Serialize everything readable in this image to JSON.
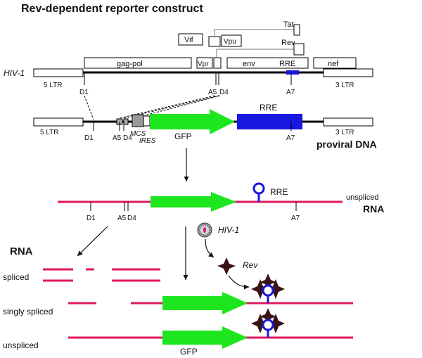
{
  "title": "Rev-dependent reporter construct",
  "hiv": {
    "label": "HIV-1",
    "genes": {
      "gag_pol": "gag-pol",
      "vif": "Vif",
      "vpu": "Vpu",
      "vpr": "Vpr",
      "tat": "Tat",
      "rev": "Rev",
      "env": "env",
      "rre": "RRE",
      "nef": "nef"
    },
    "ltr_5": "5  LTR",
    "ltr_3": "3  LTR",
    "sites": {
      "d1": "D1",
      "a5": "A5",
      "d4": "D4",
      "a7": "A7"
    }
  },
  "provirus": {
    "label": "proviral DNA",
    "ltr_5": "5  LTR",
    "ltr_3": "3  LTR",
    "gfp": "GFP",
    "rre": "RRE",
    "mcs": "MCS",
    "ires": "IRES",
    "sites": {
      "d1": "D1",
      "a5": "A5",
      "d4": "D4",
      "a7": "A7"
    }
  },
  "rna": {
    "unspliced_label": "unspliced",
    "rna_label": "RNA",
    "rre": "RRE",
    "sites": {
      "d1": "D1",
      "a5": "A5",
      "d4": "D4",
      "a7": "A7"
    },
    "hiv_label": "HIV-1",
    "rev_label": "Rev",
    "section_label": "RNA",
    "row_spliced": "spliced",
    "row_singly": "singly spliced",
    "row_unspliced": "unspliced",
    "gfp_label": "GFP"
  },
  "colors": {
    "rna": "#e0185f",
    "gfp": "#1ee61e",
    "rre": "#1818e0",
    "rev": "#3a1414",
    "dna": "#000000"
  }
}
